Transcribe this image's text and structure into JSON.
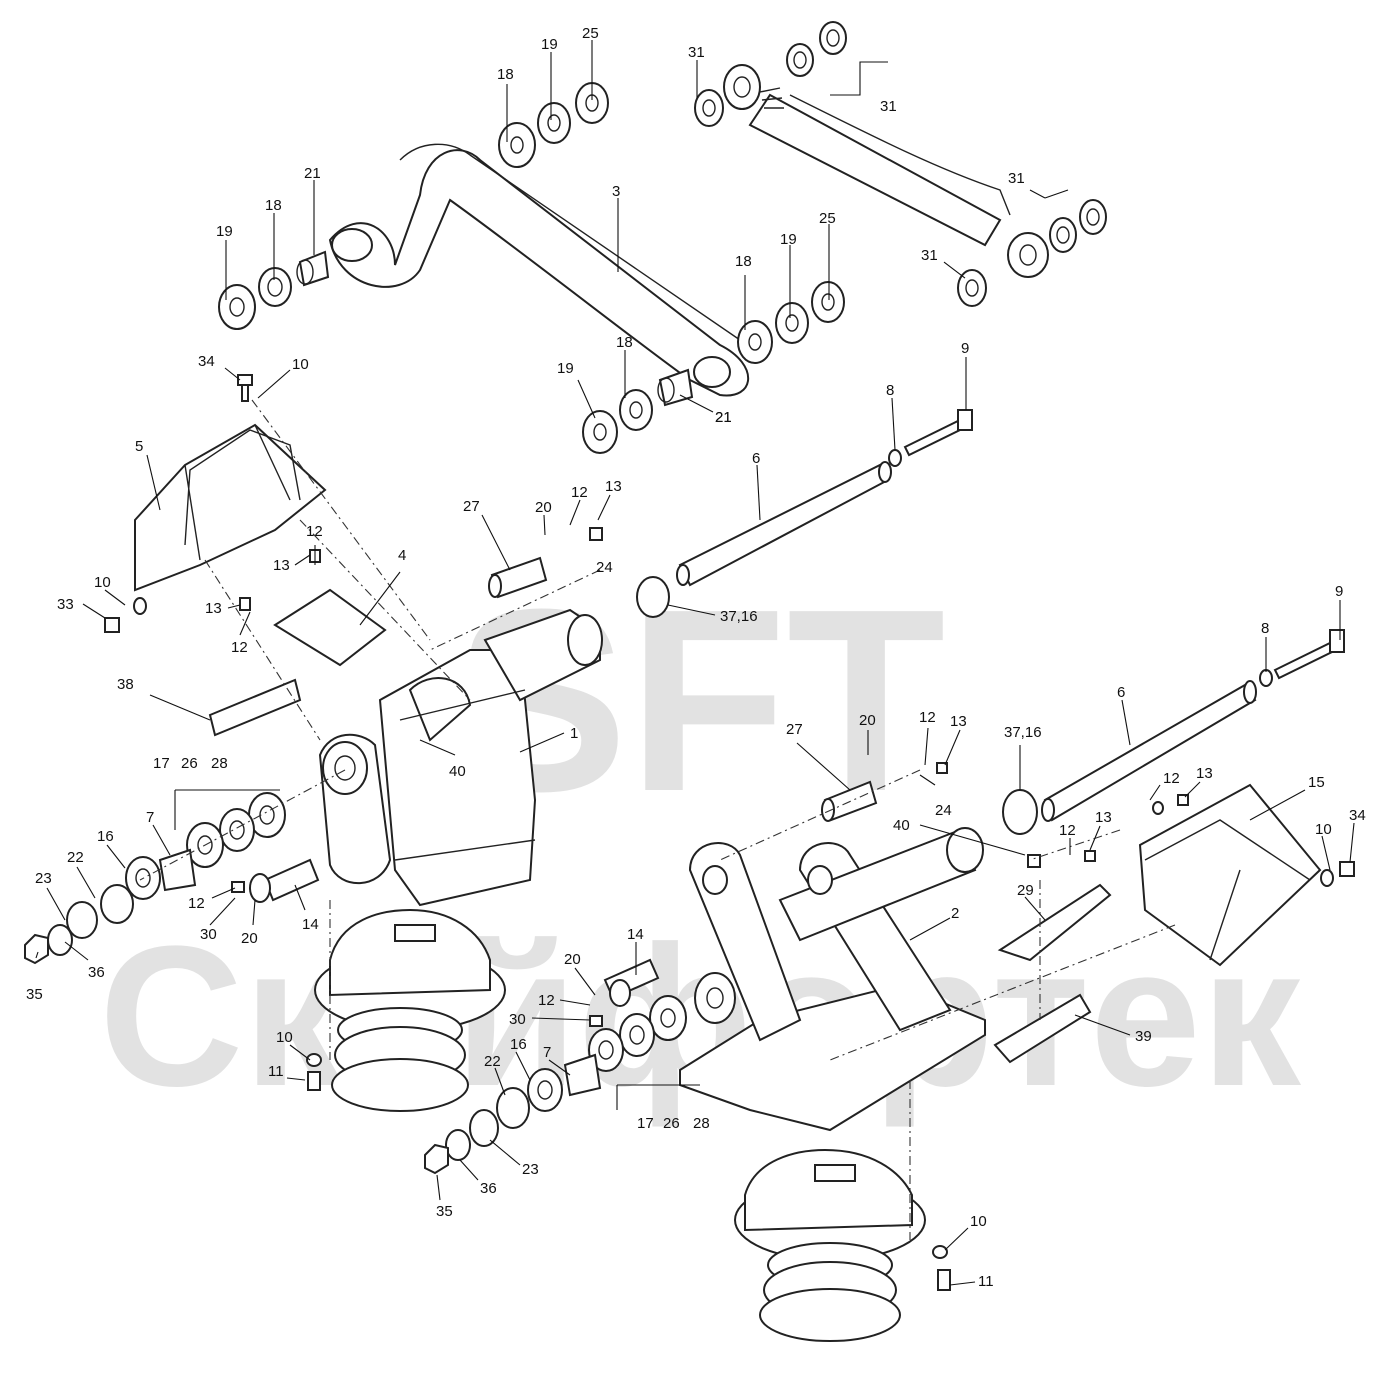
{
  "watermark": {
    "line1": "SFT",
    "line2": "Скайфортек"
  },
  "callouts": [
    {
      "text": "3"
    },
    {
      "text": "18"
    },
    {
      "text": "19"
    },
    {
      "text": "25"
    },
    {
      "text": "21"
    },
    {
      "text": "19"
    },
    {
      "text": "18"
    },
    {
      "text": "21"
    },
    {
      "text": "18"
    },
    {
      "text": "19"
    },
    {
      "text": "25"
    },
    {
      "text": "19"
    },
    {
      "text": "18"
    },
    {
      "text": "21"
    },
    {
      "text": "31"
    },
    {
      "text": "31"
    },
    {
      "text": "31"
    },
    {
      "text": "31"
    },
    {
      "text": "34"
    },
    {
      "text": "10"
    },
    {
      "text": "5"
    },
    {
      "text": "9"
    },
    {
      "text": "8"
    },
    {
      "text": "6"
    },
    {
      "text": "27"
    },
    {
      "text": "20"
    },
    {
      "text": "12"
    },
    {
      "text": "13"
    },
    {
      "text": "24"
    },
    {
      "text": "12"
    },
    {
      "text": "13"
    },
    {
      "text": "4"
    },
    {
      "text": "13"
    },
    {
      "text": "12"
    },
    {
      "text": "10"
    },
    {
      "text": "33"
    },
    {
      "text": "37,16"
    },
    {
      "text": "38"
    },
    {
      "text": "1"
    },
    {
      "text": "40"
    },
    {
      "text": "17"
    },
    {
      "text": "26"
    },
    {
      "text": "28"
    },
    {
      "text": "7"
    },
    {
      "text": "16"
    },
    {
      "text": "22"
    },
    {
      "text": "23"
    },
    {
      "text": "35"
    },
    {
      "text": "36"
    },
    {
      "text": "12"
    },
    {
      "text": "30"
    },
    {
      "text": "20"
    },
    {
      "text": "14"
    },
    {
      "text": "9"
    },
    {
      "text": "8"
    },
    {
      "text": "6"
    },
    {
      "text": "27"
    },
    {
      "text": "20"
    },
    {
      "text": "12"
    },
    {
      "text": "13"
    },
    {
      "text": "37,16"
    },
    {
      "text": "12"
    },
    {
      "text": "13"
    },
    {
      "text": "15"
    },
    {
      "text": "24"
    },
    {
      "text": "12"
    },
    {
      "text": "13"
    },
    {
      "text": "40"
    },
    {
      "text": "10"
    },
    {
      "text": "34"
    },
    {
      "text": "2"
    },
    {
      "text": "29"
    },
    {
      "text": "14"
    },
    {
      "text": "20"
    },
    {
      "text": "12"
    },
    {
      "text": "30"
    },
    {
      "text": "39"
    },
    {
      "text": "7"
    },
    {
      "text": "22"
    },
    {
      "text": "16"
    },
    {
      "text": "17"
    },
    {
      "text": "26"
    },
    {
      "text": "28"
    },
    {
      "text": "23"
    },
    {
      "text": "36"
    },
    {
      "text": "35"
    },
    {
      "text": "10"
    },
    {
      "text": "11"
    },
    {
      "text": "10"
    },
    {
      "text": "11"
    }
  ]
}
